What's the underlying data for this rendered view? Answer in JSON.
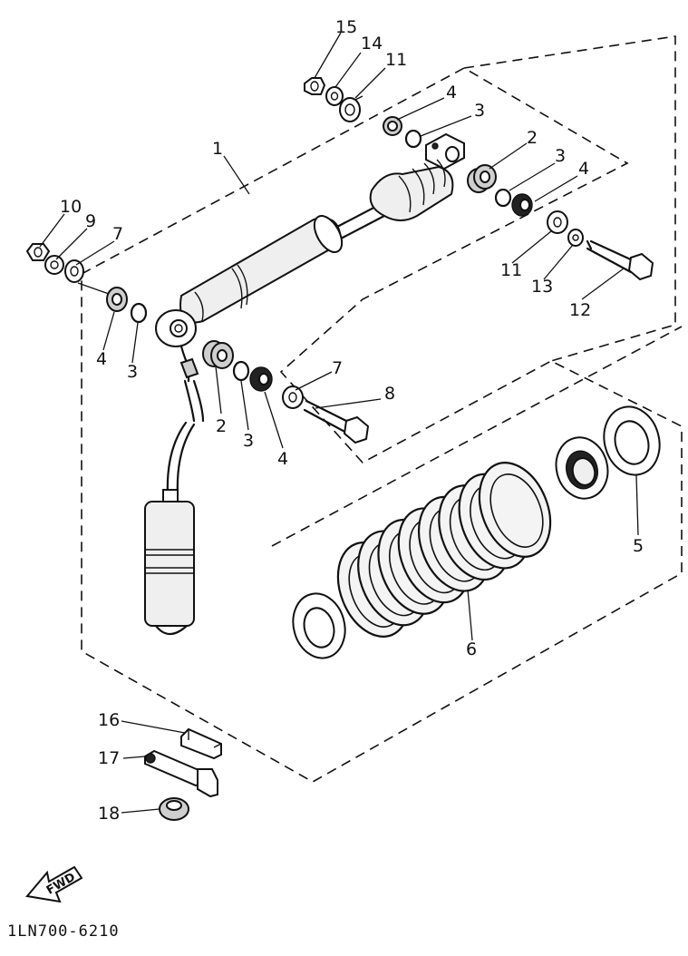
{
  "diagram": {
    "drawing_code": "1LN700-6210",
    "direction_arrow": "FWD",
    "callouts": {
      "c1": "1",
      "c2a": "2",
      "c2b": "2",
      "c3a": "3",
      "c3b": "3",
      "c3c": "3",
      "c3d": "3",
      "c4a": "4",
      "c4b": "4",
      "c4c": "4",
      "c4d": "4",
      "c5": "5",
      "c6": "6",
      "c7a": "7",
      "c7b": "7",
      "c8": "8",
      "c9": "9",
      "c10": "10",
      "c11a": "11",
      "c11b": "11",
      "c12": "12",
      "c13": "13",
      "c14": "14",
      "c15": "15",
      "c16": "16",
      "c17": "17",
      "c18": "18"
    }
  }
}
